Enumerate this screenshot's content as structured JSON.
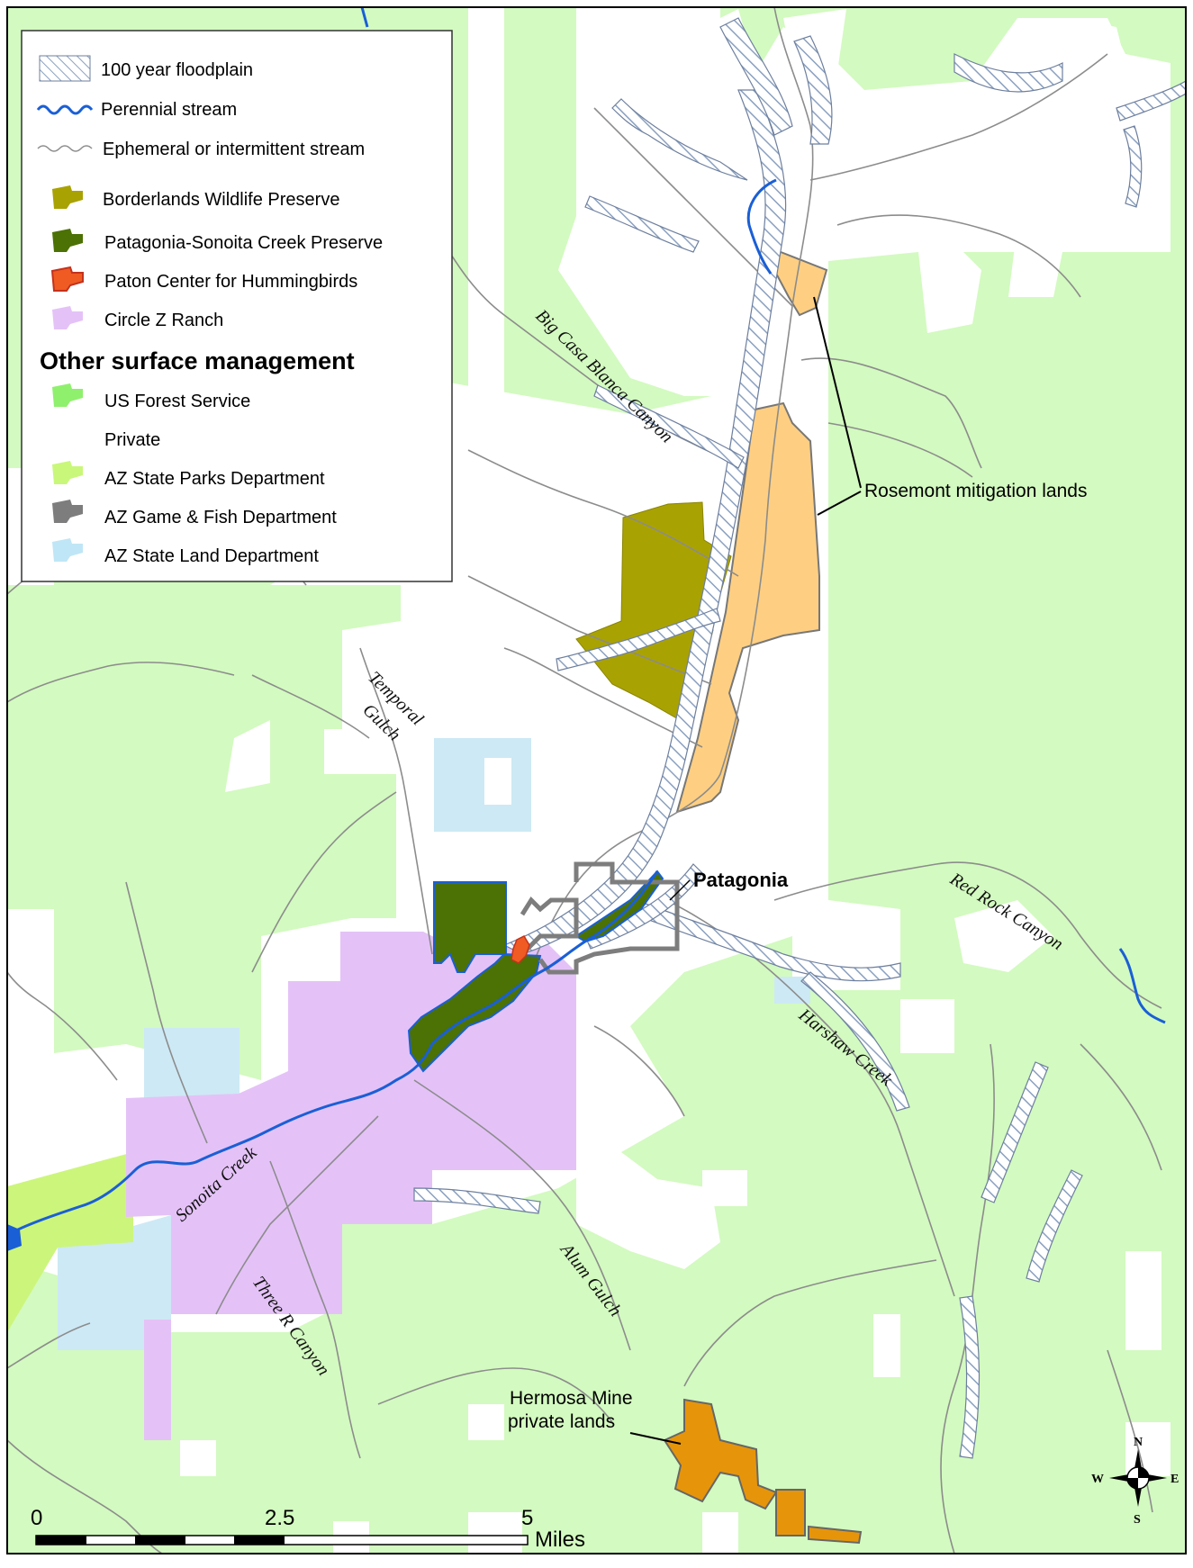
{
  "legend": {
    "items": [
      {
        "label": "100 year floodplain",
        "icon": "floodplain-hatch-icon"
      },
      {
        "label": "Perennial stream",
        "icon": "perennial-stream-icon",
        "color": "#1a5fd6"
      },
      {
        "label": "Ephemeral or intermittent stream",
        "icon": "ephemeral-stream-icon",
        "color": "#8a8a8a"
      },
      {
        "label": "Borderlands Wildlife Preserve",
        "icon": "borderlands-swatch-icon",
        "color": "#a8a200"
      },
      {
        "label": "Patagonia-Sonoita Creek Preserve",
        "icon": "psc-preserve-swatch-icon",
        "color": "#4b7206"
      },
      {
        "label": "Paton Center for Hummingbirds",
        "icon": "paton-center-swatch-icon",
        "color": "#ee5a20"
      },
      {
        "label": "Circle Z Ranch",
        "icon": "circle-z-swatch-icon",
        "color": "#e4c2f6"
      }
    ],
    "heading": "Other surface management",
    "management": [
      {
        "label": "US Forest Service",
        "icon": "forest-service-swatch-icon",
        "color": "#8ff06e"
      },
      {
        "label": "Private",
        "icon": "private-swatch-icon",
        "color": "#ffffff"
      },
      {
        "label": "AZ State Parks Department",
        "icon": "state-parks-swatch-icon",
        "color": "#c9f77a"
      },
      {
        "label": "AZ Game & Fish Department",
        "icon": "game-fish-swatch-icon",
        "color": "#7d7d7d"
      },
      {
        "label": "AZ State Land Department",
        "icon": "state-land-swatch-icon",
        "color": "#bfe6f6"
      }
    ]
  },
  "labels": {
    "big_casa_blanca": "Big Casa Blanca Canyon",
    "temporal_gulch_1": "Temporal",
    "temporal_gulch_2": "Gulch",
    "red_rock": "Red Rock Canyon",
    "harshaw": "Harshaw Creek",
    "sonoita": "Sonoita Creek",
    "alum": "Alum Gulch",
    "three_r": "Three R Canyon",
    "patagonia": "Patagonia",
    "rosemont": "Rosemont mitigation lands",
    "hermosa_1": "Hermosa Mine",
    "hermosa_2": "private lands"
  },
  "scale": {
    "tick_0": "0",
    "tick_mid": "2.5",
    "tick_max": "5",
    "unit": "Miles"
  },
  "compass": {
    "n": "N",
    "s": "S",
    "e": "E",
    "w": "W"
  },
  "colors": {
    "forest": "#d3fac0",
    "state_parks": "#ccf57c",
    "state_land": "#cde9f5",
    "circle_z": "#e4c2f7",
    "psc_preserve": "#4c7104",
    "borderlands": "#a9a203",
    "rosemont": "#fecf82",
    "hermosa": "#e6950a",
    "paton": "#ef5b22",
    "perennial": "#1a5fd6",
    "ephemeral": "#8c8c8c",
    "floodplain": "#8aa0c0"
  }
}
